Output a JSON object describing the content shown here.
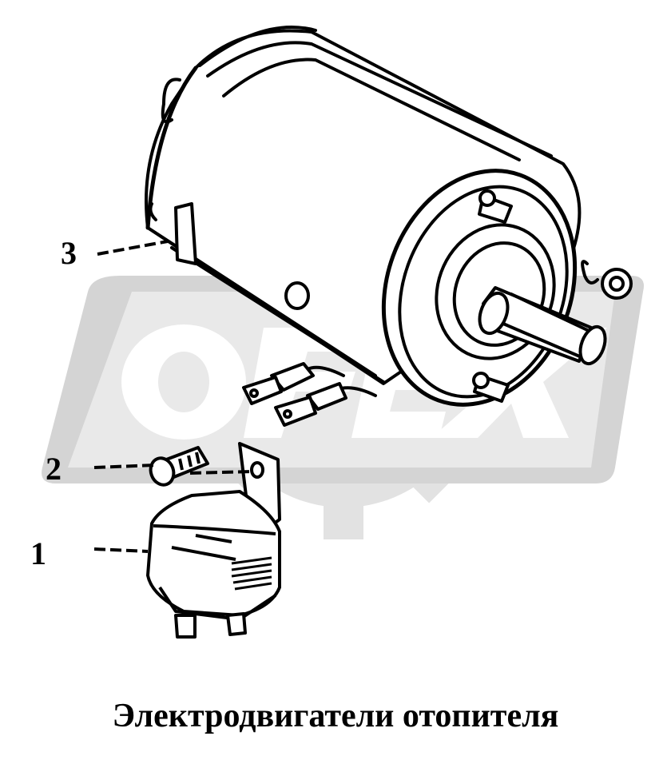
{
  "caption": "Электродвигатели отопителя",
  "watermark": {
    "text": "OFEX",
    "color": "#d9d9d9"
  },
  "callouts": [
    {
      "number": "1",
      "part": "relay"
    },
    {
      "number": "2",
      "part": "bolt"
    },
    {
      "number": "3",
      "part": "electric-motor"
    }
  ],
  "colors": {
    "line": "#000000",
    "background": "#ffffff"
  }
}
